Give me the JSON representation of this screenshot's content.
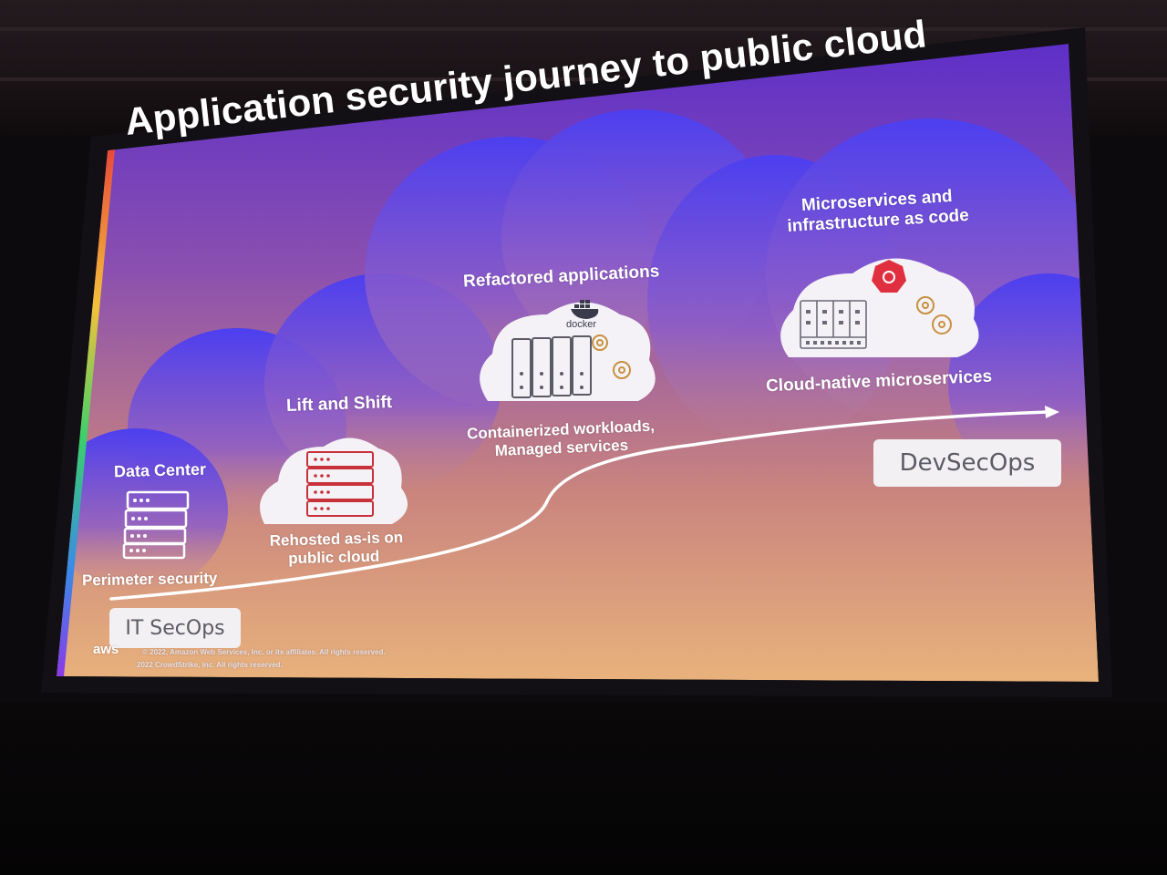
{
  "slide": {
    "title": "Application security journey to public cloud",
    "stages": [
      {
        "heading": "Data Center",
        "caption": "Perimeter security"
      },
      {
        "heading": "Lift and Shift",
        "caption_line1": "Rehosted as-is on",
        "caption_line2": "public cloud"
      },
      {
        "heading": "Refactored applications",
        "caption_line1": "Containerized workloads,",
        "caption_line2": "Managed services"
      },
      {
        "heading_line1": "Microservices and",
        "heading_line2": "infrastructure as code",
        "caption": "Cloud-native microservices"
      }
    ],
    "docker_label": "docker",
    "left_badge": "IT SecOps",
    "right_badge": "DevSecOps",
    "logo": "aws",
    "copyright_line1": "© 2022, Amazon Web Services, Inc. or its affiliates. All rights reserved.",
    "copyright_line2": "2022 CrowdStrike, Inc. All rights reserved."
  },
  "colors": {
    "slide_top": "#6b2fd6",
    "slide_bottom": "#e8a878",
    "cloud_purple": "#4a3be8",
    "curve": "#ffffff",
    "server_red": "#c8303a"
  }
}
